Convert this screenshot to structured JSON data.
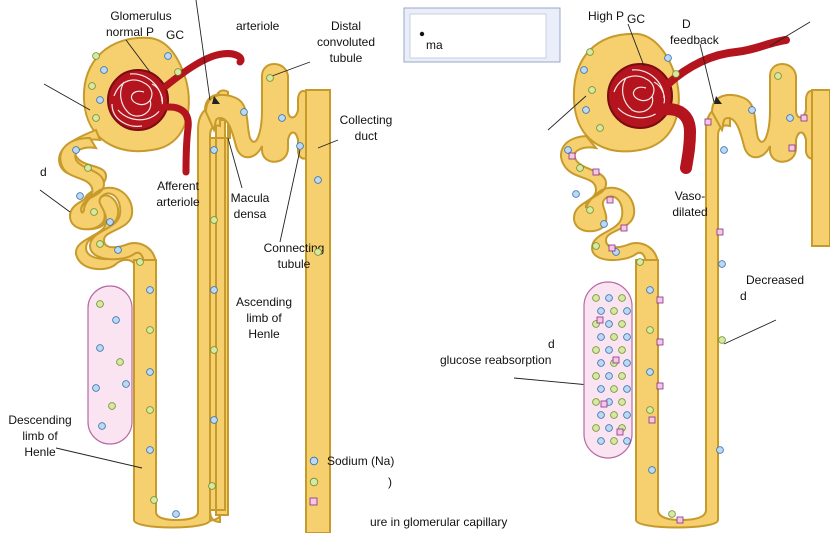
{
  "left_panel": {
    "labels": {
      "glomerulus_line1": "Glomerulus",
      "glomerulus_line2": "normal P",
      "glomerulus_sub": "GC",
      "top_arteriole_fragment": "arteriole",
      "distal_line1": "Distal",
      "distal_line2": "convoluted",
      "distal_line3": "tubule",
      "collecting_line1": "Collecting",
      "collecting_line2": "duct",
      "afferent_line1": "Afferent",
      "afferent_line2": "arteriole",
      "macula_line1": "Macula",
      "macula_line2": "densa",
      "connecting_line1": "Connecting",
      "connecting_line2": "tubule",
      "ascending_line1": "Ascending",
      "ascending_line2": "limb of",
      "ascending_line3": "Henle",
      "descending_line1": "Descending",
      "descending_line2": "limb of",
      "descending_line3": "Henle",
      "proximal_fragment": "d"
    }
  },
  "center": {
    "box_fragment": "ma",
    "legend": {
      "sodium": "Sodium (Na)",
      "second_fragment": ")",
      "caption_fragment": "ure in glomerular capillary"
    }
  },
  "right_panel": {
    "labels": {
      "high_pgc": "High P",
      "high_pgc_sub": "GC",
      "feedback_line1": "D",
      "feedback_line2": "feedback",
      "vaso_line1": "Vaso-",
      "vaso_line2": "dilated",
      "decreased_line1": "Decreased",
      "decreased_line2": "d",
      "glucose_line1": "d",
      "glucose_line2": "glucose reabsorption"
    }
  },
  "colors": {
    "tubule_fill": "#f6cf6e",
    "tubule_edge": "#c79a2c",
    "vessel": "#b3141d",
    "sodium": "#bcd8f2",
    "glucose": "#d7e8a4",
    "square_marker": "#f1c8e6",
    "capillary": "#fbe4f2"
  }
}
